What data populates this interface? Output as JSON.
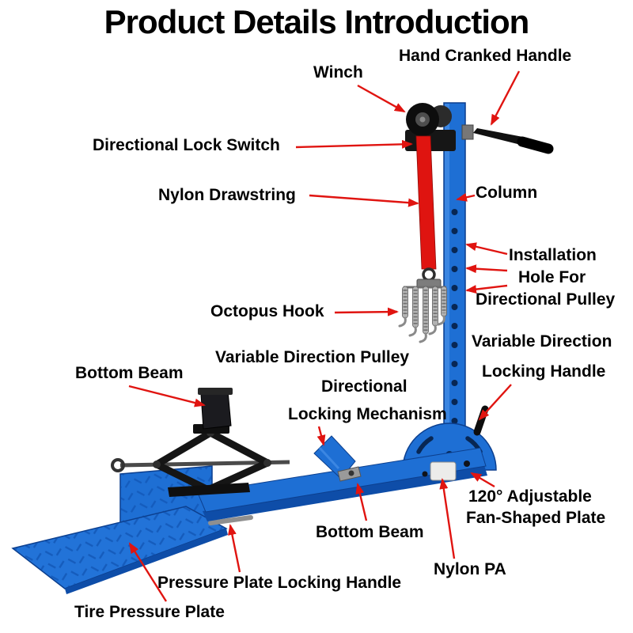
{
  "title": "Product Details Introduction",
  "labels": {
    "winch": "Winch",
    "hand_cranked_handle": "Hand Cranked Handle",
    "directional_lock_switch": "Directional Lock Switch",
    "nylon_drawstring": "Nylon Drawstring",
    "column": "Column",
    "installation_hole_line1": "Installation",
    "installation_hole_line2": "Hole For",
    "installation_hole_line3": "Directional Pulley",
    "octopus_hook": "Octopus Hook",
    "variable_direction": "Variable Direction",
    "locking_handle": "Locking Handle",
    "bottom_beam_left": "Bottom Beam",
    "variable_direction_pulley": "Variable Direction Pulley",
    "directional": "Directional",
    "locking_mechanism": "Locking Mechanism",
    "bottom_beam_bottom": "Bottom Beam",
    "fan_plate_line1": "120° Adjustable",
    "fan_plate_line2": "Fan-Shaped Plate",
    "nylon_pa": "Nylon PA",
    "pressure_plate_locking_handle": "Pressure Plate Locking Handle",
    "tire_pressure_plate": "Tire Pressure Plate"
  },
  "colors": {
    "machine_blue": "#1e6fd4",
    "machine_blue_dark": "#0c3f8e",
    "arrow_red": "#e01410",
    "strap_red": "#df1410",
    "text": "#000000",
    "background": "#ffffff"
  }
}
